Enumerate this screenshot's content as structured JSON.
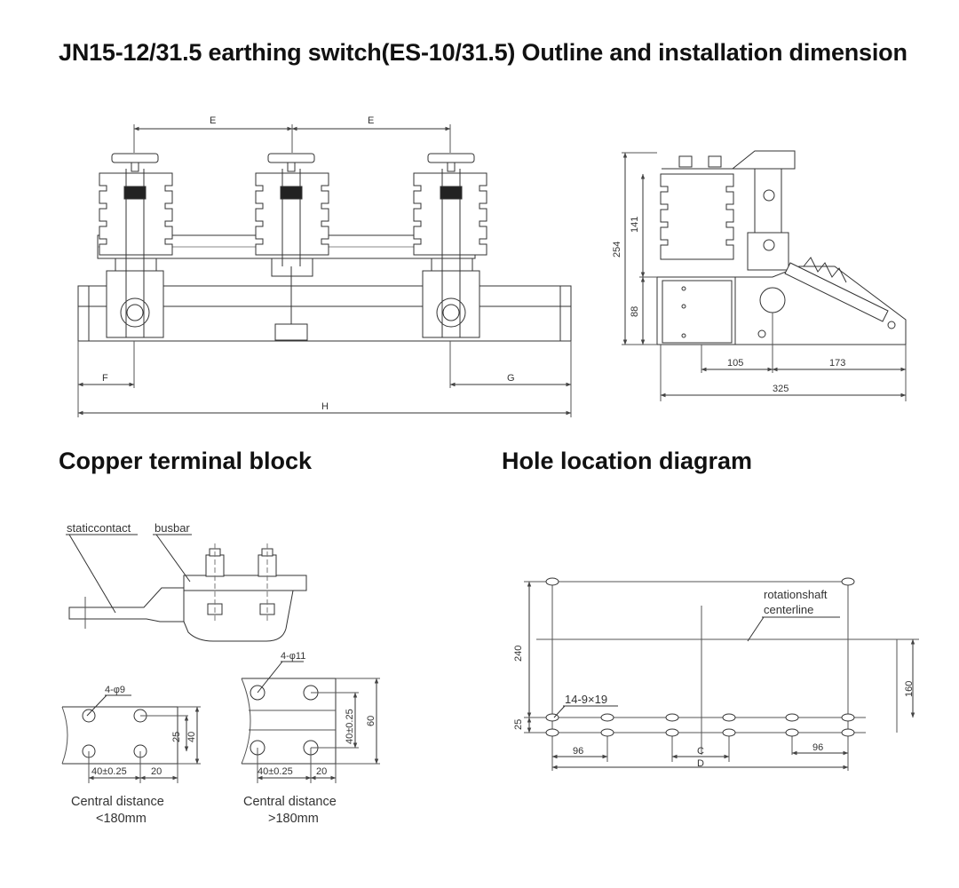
{
  "title": "JN15-12/31.5 earthing switch(ES-10/31.5) Outline and installation dimension",
  "section_terminal": "Copper terminal block",
  "section_holes": "Hole location diagram",
  "front_view": {
    "dim_e_left": "E",
    "dim_e_right": "E",
    "dim_f": "F",
    "dim_g": "G",
    "dim_h": "H"
  },
  "side_view": {
    "dim_254": "254",
    "dim_141": "141",
    "dim_88": "88",
    "dim_105": "105",
    "dim_173": "173",
    "dim_325": "325"
  },
  "terminal": {
    "label_static": "staticcontact",
    "label_busbar": "busbar",
    "small_holes": "4-φ9",
    "small_25": "25",
    "small_40": "40",
    "small_40pm": "40±0.25",
    "small_20": "20",
    "small_caption_1": "Central distance",
    "small_caption_2": "<180mm",
    "large_holes": "4-φ11",
    "large_40pm_v": "40±0.25",
    "large_60": "60",
    "large_40pm": "40±0.25",
    "large_20": "20",
    "large_caption_1": "Central distance",
    "large_caption_2": ">180mm"
  },
  "holes": {
    "shaft_1": "rotationshaft",
    "shaft_2": "centerline",
    "slot": "14-9×19",
    "dim_240": "240",
    "dim_25": "25",
    "dim_160": "160",
    "dim_96_left": "96",
    "dim_96_right": "96",
    "dim_c": "C",
    "dim_d": "D"
  }
}
